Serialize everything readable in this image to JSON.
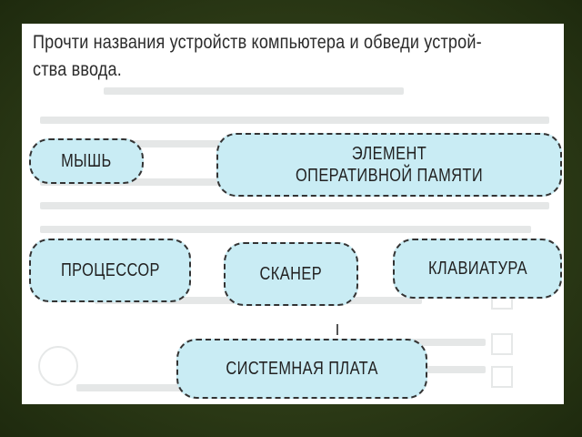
{
  "task": {
    "instruction": "Прочти названия устройств компьютера и обведи устрой-ства ввода."
  },
  "devices": [
    {
      "label": "МЫШЬ"
    },
    {
      "label": "ЭЛЕМЕНТ ОПЕРАТИВНОЙ ПАМЯТИ"
    },
    {
      "label": "ПРОЦЕССОР"
    },
    {
      "label": "СКАНЕР"
    },
    {
      "label": "КЛАВИАТУРА"
    },
    {
      "label": "СИСТЕМНАЯ ПЛАТА"
    }
  ],
  "colors": {
    "card_fill": "#c9ecf4",
    "card_border": "#333333",
    "background": "#2c3a16"
  }
}
